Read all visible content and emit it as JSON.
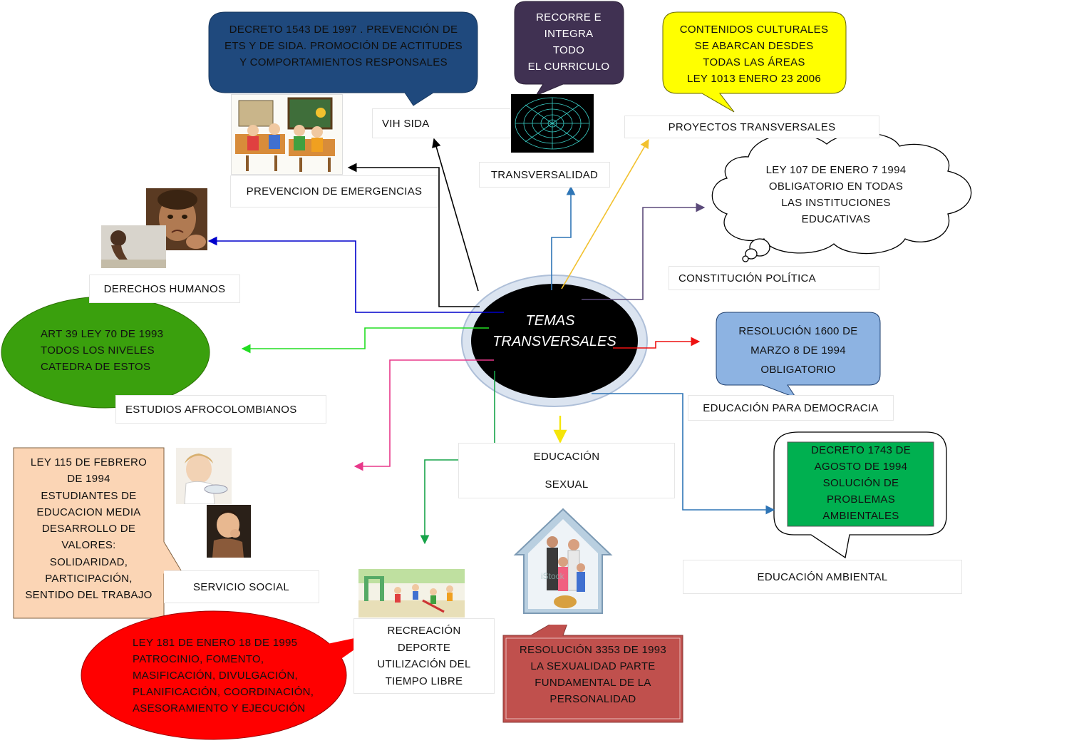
{
  "center": {
    "line1": "TEMAS",
    "line2": "TRANSVERSALES"
  },
  "topics": {
    "vih": "VIH SIDA",
    "prevencion": "PREVENCION DE EMERGENCIAS",
    "transversalidad": "TRANSVERSALIDAD",
    "proyectos": "PROYECTOS TRANSVERSALES",
    "constitucion": "CONSTITUCIÓN POLÍTICA",
    "derechos": "DERECHOS HUMANOS",
    "afro": "ESTUDIOS AFROCOLOMBIANOS",
    "democracia": "EDUCACIÓN PARA DEMOCRACIA",
    "sexual_1": "EDUCACIÓN",
    "sexual_2": "SEXUAL",
    "ambiental": "EDUCACIÓN AMBIENTAL",
    "social": "SERVICIO SOCIAL",
    "recreacion": [
      "RECREACIÓN",
      "DEPORTE",
      "UTILIZACIÓN DEL",
      "TIEMPO LIBRE"
    ]
  },
  "callouts": {
    "decreto1543": [
      "DECRETO 1543 DE 1997 . PREVENCIÓN DE",
      "ETS Y DE SIDA. PROMOCIÓN DE ACTITUDES",
      "Y COMPORTAMIENTOS RESPONSALES"
    ],
    "recorre": [
      "RECORRE E",
      "INTEGRA",
      "TODO",
      "EL CURRICULO"
    ],
    "contenidos": [
      "CONTENIDOS CULTURALES",
      "SE ABARCAN DESDES",
      "TODAS LAS ÁREAS",
      "LEY 1013 ENERO 23 2006"
    ],
    "ley107": [
      "LEY 107 DE ENERO 7 1994",
      "OBLIGATORIO EN TODAS",
      "LAS INSTITUCIONES",
      "EDUCATIVAS"
    ],
    "art39": [
      "ART 39 LEY 70 DE 1993",
      "TODOS LOS NIVELES",
      "CATEDRA DE ESTOS"
    ],
    "res1600": [
      "RESOLUCIÓN 1600 DE",
      "MARZO 8 DE 1994",
      "OBLIGATORIO"
    ],
    "decreto1743": [
      "DECRETO 1743 DE",
      "AGOSTO DE 1994",
      "SOLUCIÓN DE",
      "PROBLEMAS",
      "AMBIENTALES"
    ],
    "ley115": [
      "LEY 115 DE FEBRERO",
      "DE 1994",
      "ESTUDIANTES DE",
      "EDUCACION MEDIA",
      "DESARROLLO DE",
      "VALORES:",
      "SOLIDARIDAD,",
      "PARTICIPACIÓN,",
      "SENTIDO DEL TRABAJO"
    ],
    "ley181": [
      "LEY 181 DE ENERO 18 DE 1995",
      "PATROCINIO, FOMENTO,",
      "MASIFICACIÓN, DIVULGACIÓN,",
      "PLANIFICACIÓN, COORDINACIÓN,",
      "ASESORAMIENTO Y EJECUCIÓN"
    ],
    "res3353": [
      "RESOLUCIÓN 3353 DE 1993",
      "LA SEXUALIDAD  PARTE",
      "FUNDAMENTAL DE LA",
      "PERSONALIDAD"
    ]
  },
  "colors": {
    "navy": "#1f497d",
    "purple": "#403152",
    "yellow": "#ffff00",
    "green": "#3aa00d",
    "lightblue": "#8db3e2",
    "emerald": "#00b050",
    "peach": "#fbd5b5",
    "red": "#ff0000",
    "brick": "#c0504d"
  }
}
